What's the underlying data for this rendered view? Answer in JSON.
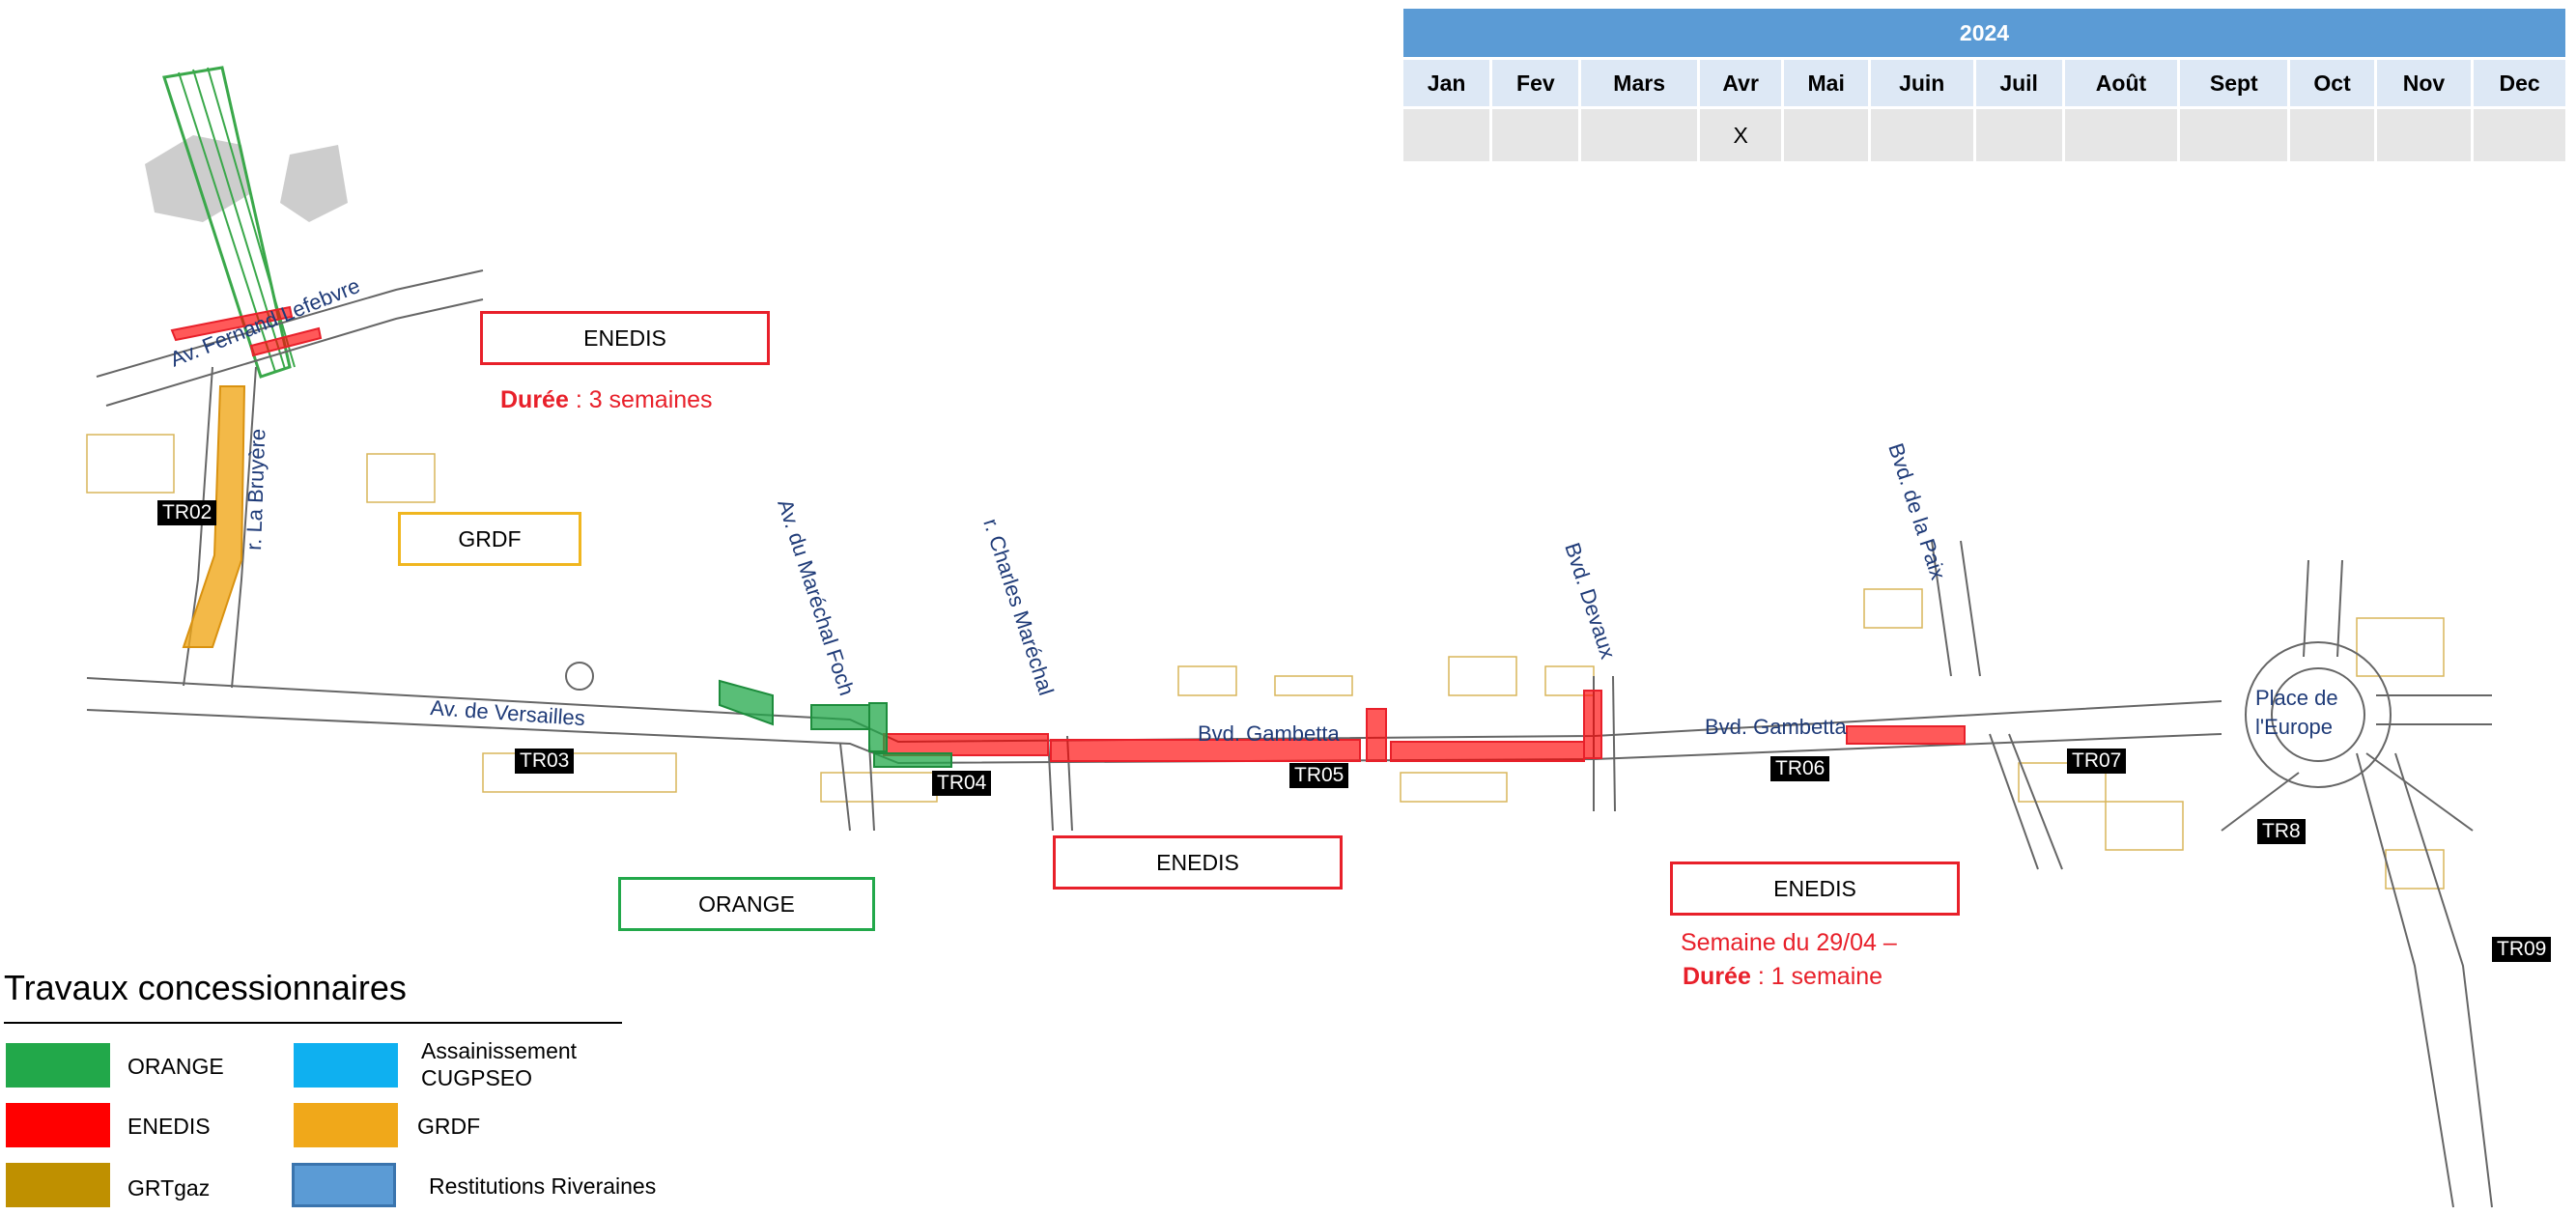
{
  "map": {
    "road_labels": {
      "fernand_lefebvre": "Av. Fernand Lefebvre",
      "la_bruyere": "r. La Bruyère",
      "versailles": "Av. de Versailles",
      "marechal_foch": "Av. du Maréchal Foch",
      "charles_marechal": "r. Charles Maréchal",
      "gambetta_1": "Bvd. Gambetta",
      "gambetta_2": "Bvd. Gambetta",
      "devaux": "Bvd. Devaux",
      "de_la_paix": "Bvd. de la Paix",
      "place_europe_1": "Place de",
      "place_europe_2": "l'Europe"
    },
    "sections": [
      "TR02",
      "TR03",
      "TR04",
      "TR05",
      "TR06",
      "TR07",
      "TR8",
      "TR09"
    ],
    "callouts": {
      "enedis_1": "ENEDIS",
      "grdf": "GRDF",
      "orange": "ORANGE",
      "enedis_2": "ENEDIS",
      "enedis_3": "ENEDIS"
    },
    "durations": {
      "d1_label": "Durée",
      "d1_value": " : 3 semaines",
      "d2_week": "Semaine du 29/04 –",
      "d2_label": "Durée",
      "d2_value": " : 1 semaine"
    },
    "colors": {
      "orange": "#22a84a",
      "enedis": "#e8202a",
      "grdf": "#f0a81a",
      "grtgaz": "#bf9000",
      "assainissement": "#0fb0f0",
      "restitutions": "#5b9bd5"
    }
  },
  "calendar": {
    "year": "2024",
    "months": [
      "Jan",
      "Fev",
      "Mars",
      "Avr",
      "Mai",
      "Juin",
      "Juil",
      "Août",
      "Sept",
      "Oct",
      "Nov",
      "Dec"
    ],
    "marks": [
      "",
      "",
      "",
      "X",
      "",
      "",
      "",
      "",
      "",
      "",
      "",
      ""
    ]
  },
  "legend": {
    "title": "Travaux concessionnaires",
    "items": [
      {
        "label": "ORANGE",
        "color": "#22a84a"
      },
      {
        "label": "Assainissement CUGPSEO",
        "color": "#0fb0f0"
      },
      {
        "label": "ENEDIS",
        "color": "#ff0000"
      },
      {
        "label": "GRDF",
        "color": "#f0a81a"
      },
      {
        "label": "GRTgaz",
        "color": "#bf9000"
      },
      {
        "label": "Restitutions Riveraines",
        "color": "#5b9bd5"
      }
    ]
  }
}
